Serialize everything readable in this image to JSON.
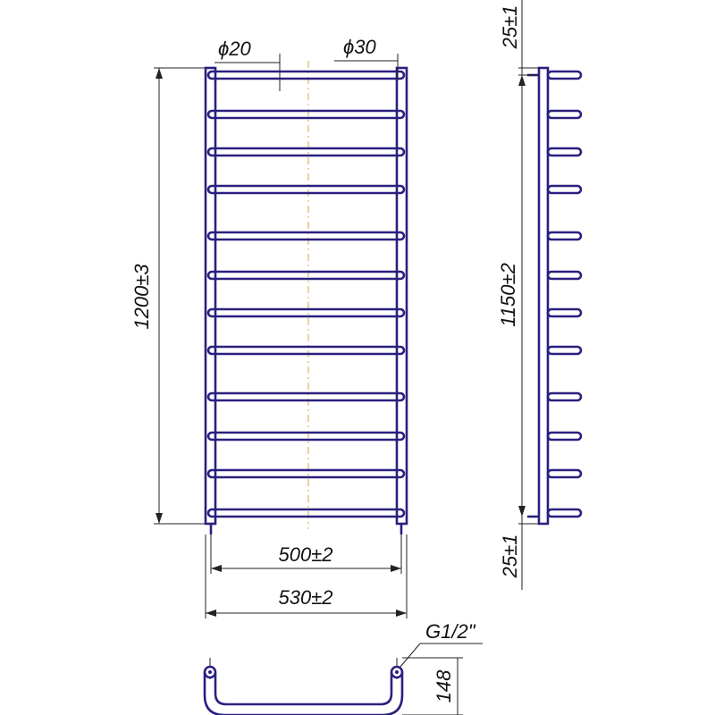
{
  "drawing": {
    "bar_count": 12,
    "dimensions": {
      "pipe_diameter_small": "ϕ20",
      "pipe_diameter_large": "ϕ30",
      "total_height": "1200±3",
      "inner_width": "500±2",
      "total_width": "530±2",
      "top_offset": "25±1",
      "connection_spacing": "1150±2",
      "bottom_offset": "25±1",
      "thread": "G1/2\"",
      "depth": "148"
    }
  }
}
